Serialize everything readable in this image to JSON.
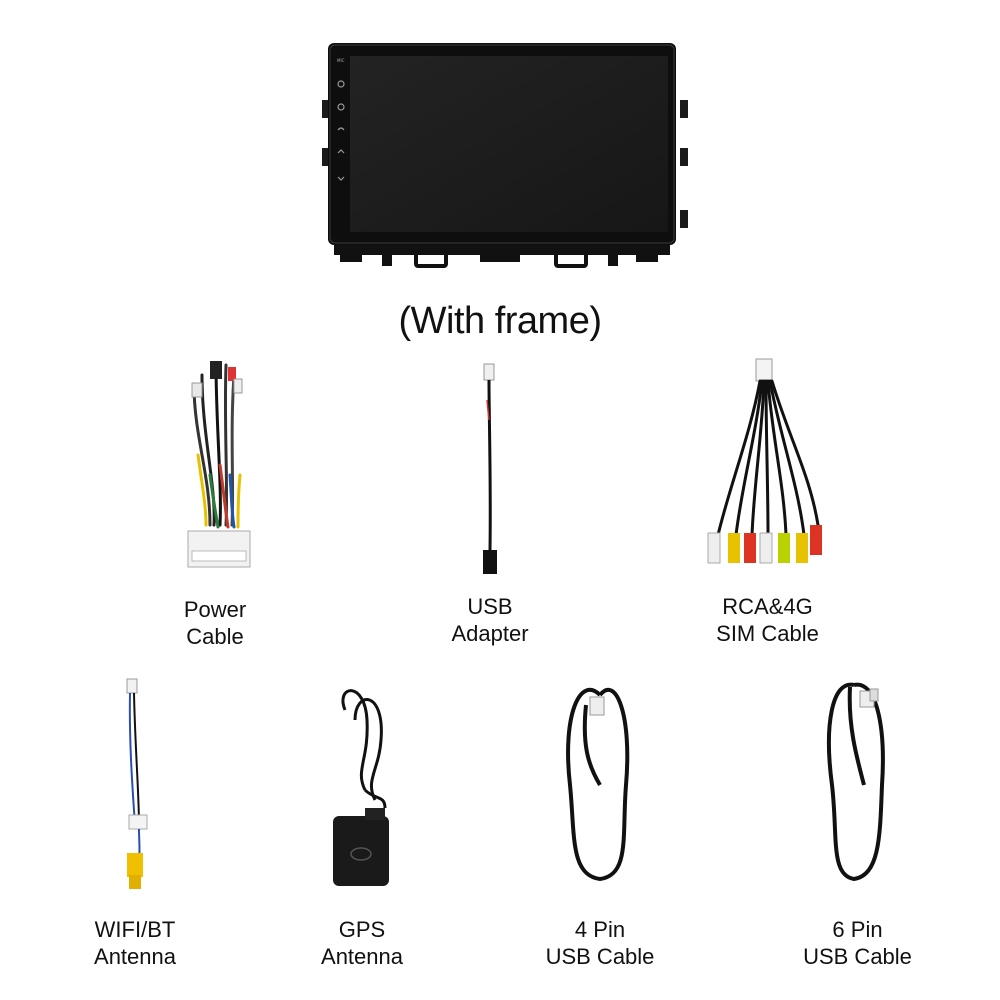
{
  "frame_caption": "(With frame)",
  "items": [
    {
      "line1": "Power",
      "line2": "Cable"
    },
    {
      "line1": "USB",
      "line2": "Adapter"
    },
    {
      "line1": "RCA&4G",
      "line2": "SIM Cable"
    },
    {
      "line1": "WIFI/BT",
      "line2": "Antenna"
    },
    {
      "line1": "GPS",
      "line2": "Antenna"
    },
    {
      "line1": "4 Pin",
      "line2": "USB Cable"
    },
    {
      "line1": "6 Pin",
      "line2": "USB Cable"
    }
  ]
}
